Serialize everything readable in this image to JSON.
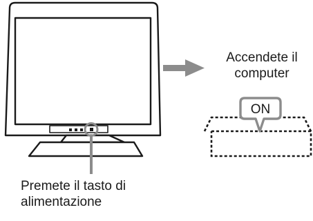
{
  "labels": {
    "computer_line1": "Accendete il",
    "computer_line2": "computer",
    "on_badge": "ON",
    "button_line1": "Premete il tasto di",
    "button_line2": "alimentazione"
  },
  "colors": {
    "outline": "#1a1a1a",
    "accent_gray": "#8c8c8c",
    "background": "#ffffff"
  }
}
